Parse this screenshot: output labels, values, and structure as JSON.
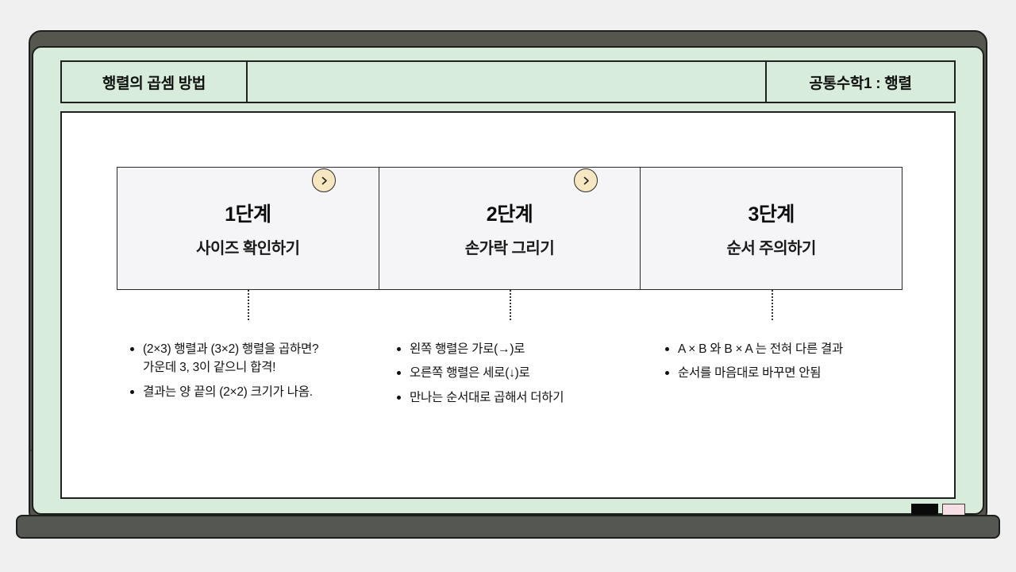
{
  "header": {
    "title": "행렬의 곱셈 방법",
    "subject": "공통수학1 : 행렬"
  },
  "steps": [
    {
      "number": "1단계",
      "subtitle": "사이즈 확인하기"
    },
    {
      "number": "2단계",
      "subtitle": "손가락 그리기"
    },
    {
      "number": "3단계",
      "subtitle": "순서 주의하기"
    }
  ],
  "connectors": [
    {
      "icon": "chevron-right-icon"
    },
    {
      "icon": "chevron-right-icon"
    }
  ],
  "bullet_columns": [
    {
      "items": [
        "(2×3) 행렬과 (3×2) 행렬을 곱하면?\n가운데 3, 3이 같으니 합격!",
        "결과는 양 끝의 (2×2) 크기가 나옴."
      ]
    },
    {
      "items": [
        "왼쪽 행렬은 가로(→)로",
        "오른쪽 행렬은 세로(↓)로",
        "만나는 순서대로 곱해서 더하기"
      ]
    },
    {
      "items": [
        "A × B 와 B × A 는 전혀 다른 결과",
        "순서를 마음대로 바꾸면 안됨"
      ]
    }
  ],
  "tray": {
    "marker": "black-marker",
    "eraser": "pink-eraser"
  },
  "colors": {
    "frame": "#55574f",
    "panel": "#d8ecdc",
    "canvas": "#ffffff",
    "step_box": "#f5f4f6",
    "connector": "#f7e7c0",
    "ink": "#111111",
    "background": "#f0f0f0"
  }
}
